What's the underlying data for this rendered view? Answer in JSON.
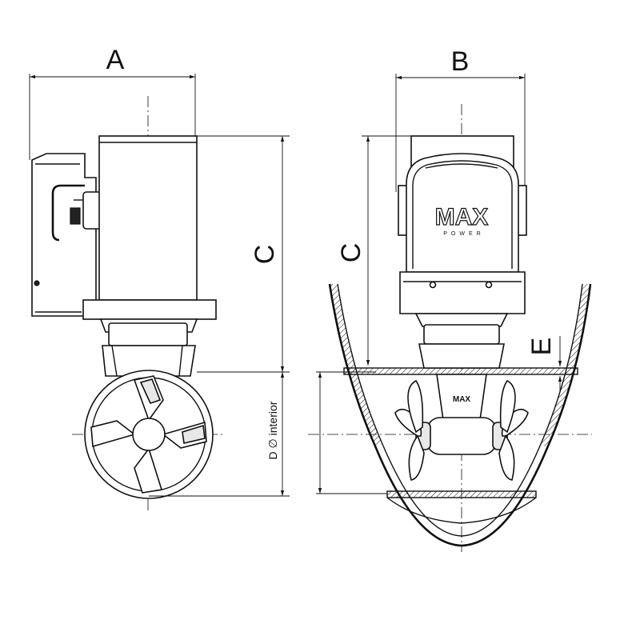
{
  "dimensions": {
    "a": "A",
    "b": "B",
    "c_left": "C",
    "c_right": "C",
    "d_label": "D ∅ interior",
    "e": "E"
  },
  "branding": {
    "logo_main": "MAX",
    "logo_sub": "POWER",
    "logo_small": "MAX"
  },
  "icons": {
    "arrowheads": "arrow-icon",
    "propeller": "propeller-icon"
  },
  "colors": {
    "line": "#111111",
    "background": "#ffffff"
  }
}
